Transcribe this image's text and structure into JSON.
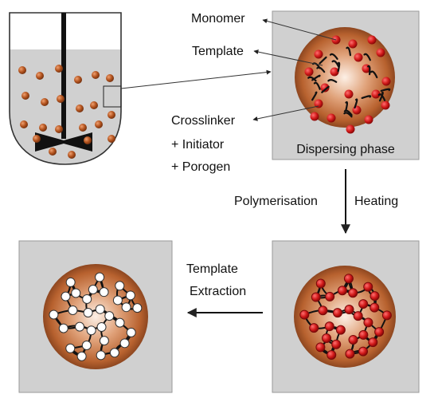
{
  "labels": {
    "monomer": "Monomer",
    "template": "Template",
    "crosslinker": "Crosslinker",
    "initiator": "+ Initiator",
    "porogen": "+ Porogen",
    "dispersing_phase": "Dispersing phase",
    "polymerisation": "Polymerisation",
    "heating": "Heating",
    "template_extraction_line1": "Template",
    "template_extraction_line2": "Extraction"
  },
  "colors": {
    "panel": "#d0d0d0",
    "panel_border": "#9a9a9a",
    "particle_edge": "#a0552a",
    "particle_center": "#fbe4d4",
    "template_red": "#d11a1a",
    "extracted_cavity": "#ffffff",
    "chain": "#111111",
    "reactor_liquid": "#d0d0d0",
    "bead": "#b2531e"
  }
}
